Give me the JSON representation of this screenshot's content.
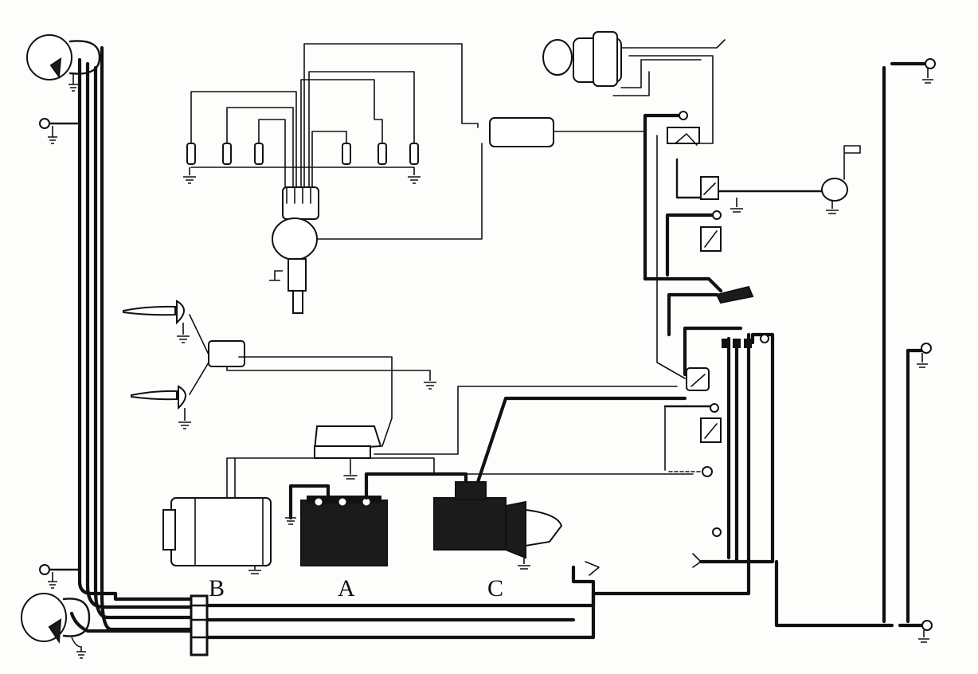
{
  "diagram": {
    "labels": {
      "battery": "A",
      "generator": "B",
      "starter": "C"
    }
  }
}
